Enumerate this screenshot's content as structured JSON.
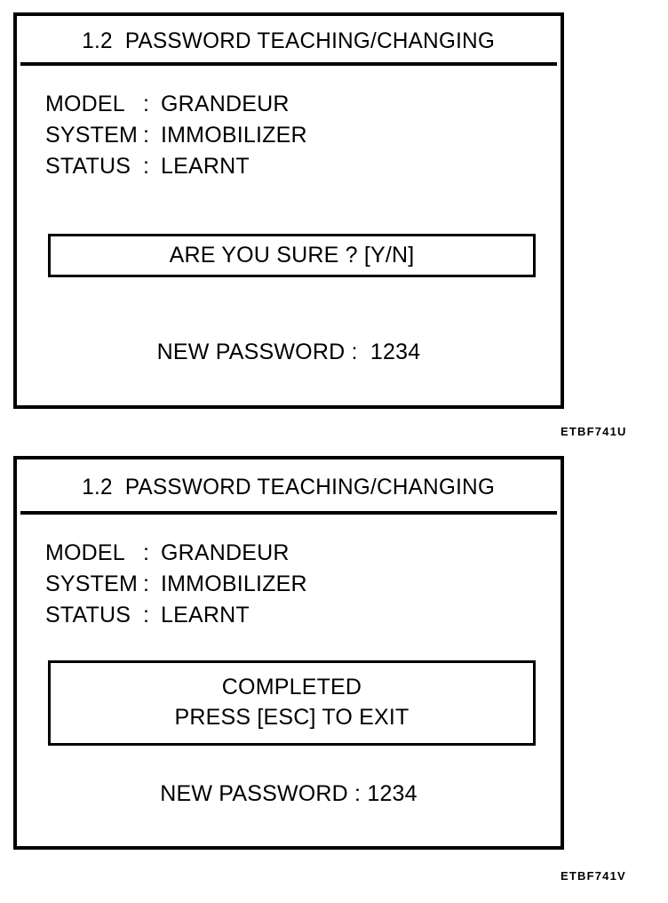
{
  "figure": {
    "panels": [
      {
        "id": "panel-1",
        "title": "1.2  PASSWORD TEACHING/CHANGING",
        "info": [
          {
            "label": "MODEL",
            "colon": ":",
            "value": "GRANDEUR"
          },
          {
            "label": "SYSTEM",
            "colon": ":",
            "value": "IMMOBILIZER"
          },
          {
            "label": "STATUS",
            "colon": ":",
            "value": "LEARNT"
          }
        ],
        "message_lines": [
          "ARE YOU SURE ? [Y/N]"
        ],
        "password_line": "NEW PASSWORD :  1234",
        "caption": "ETBF741U"
      },
      {
        "id": "panel-2",
        "title": "1.2  PASSWORD TEACHING/CHANGING",
        "info": [
          {
            "label": "MODEL",
            "colon": ":",
            "value": "GRANDEUR"
          },
          {
            "label": "SYSTEM",
            "colon": ":",
            "value": "IMMOBILIZER"
          },
          {
            "label": "STATUS",
            "colon": ":",
            "value": "LEARNT"
          }
        ],
        "message_lines": [
          "COMPLETED",
          "PRESS [ESC] TO EXIT"
        ],
        "password_line": "NEW PASSWORD : 1234",
        "caption": "ETBF741V"
      }
    ]
  },
  "colors": {
    "ink": "#000000",
    "paper": "#ffffff"
  }
}
